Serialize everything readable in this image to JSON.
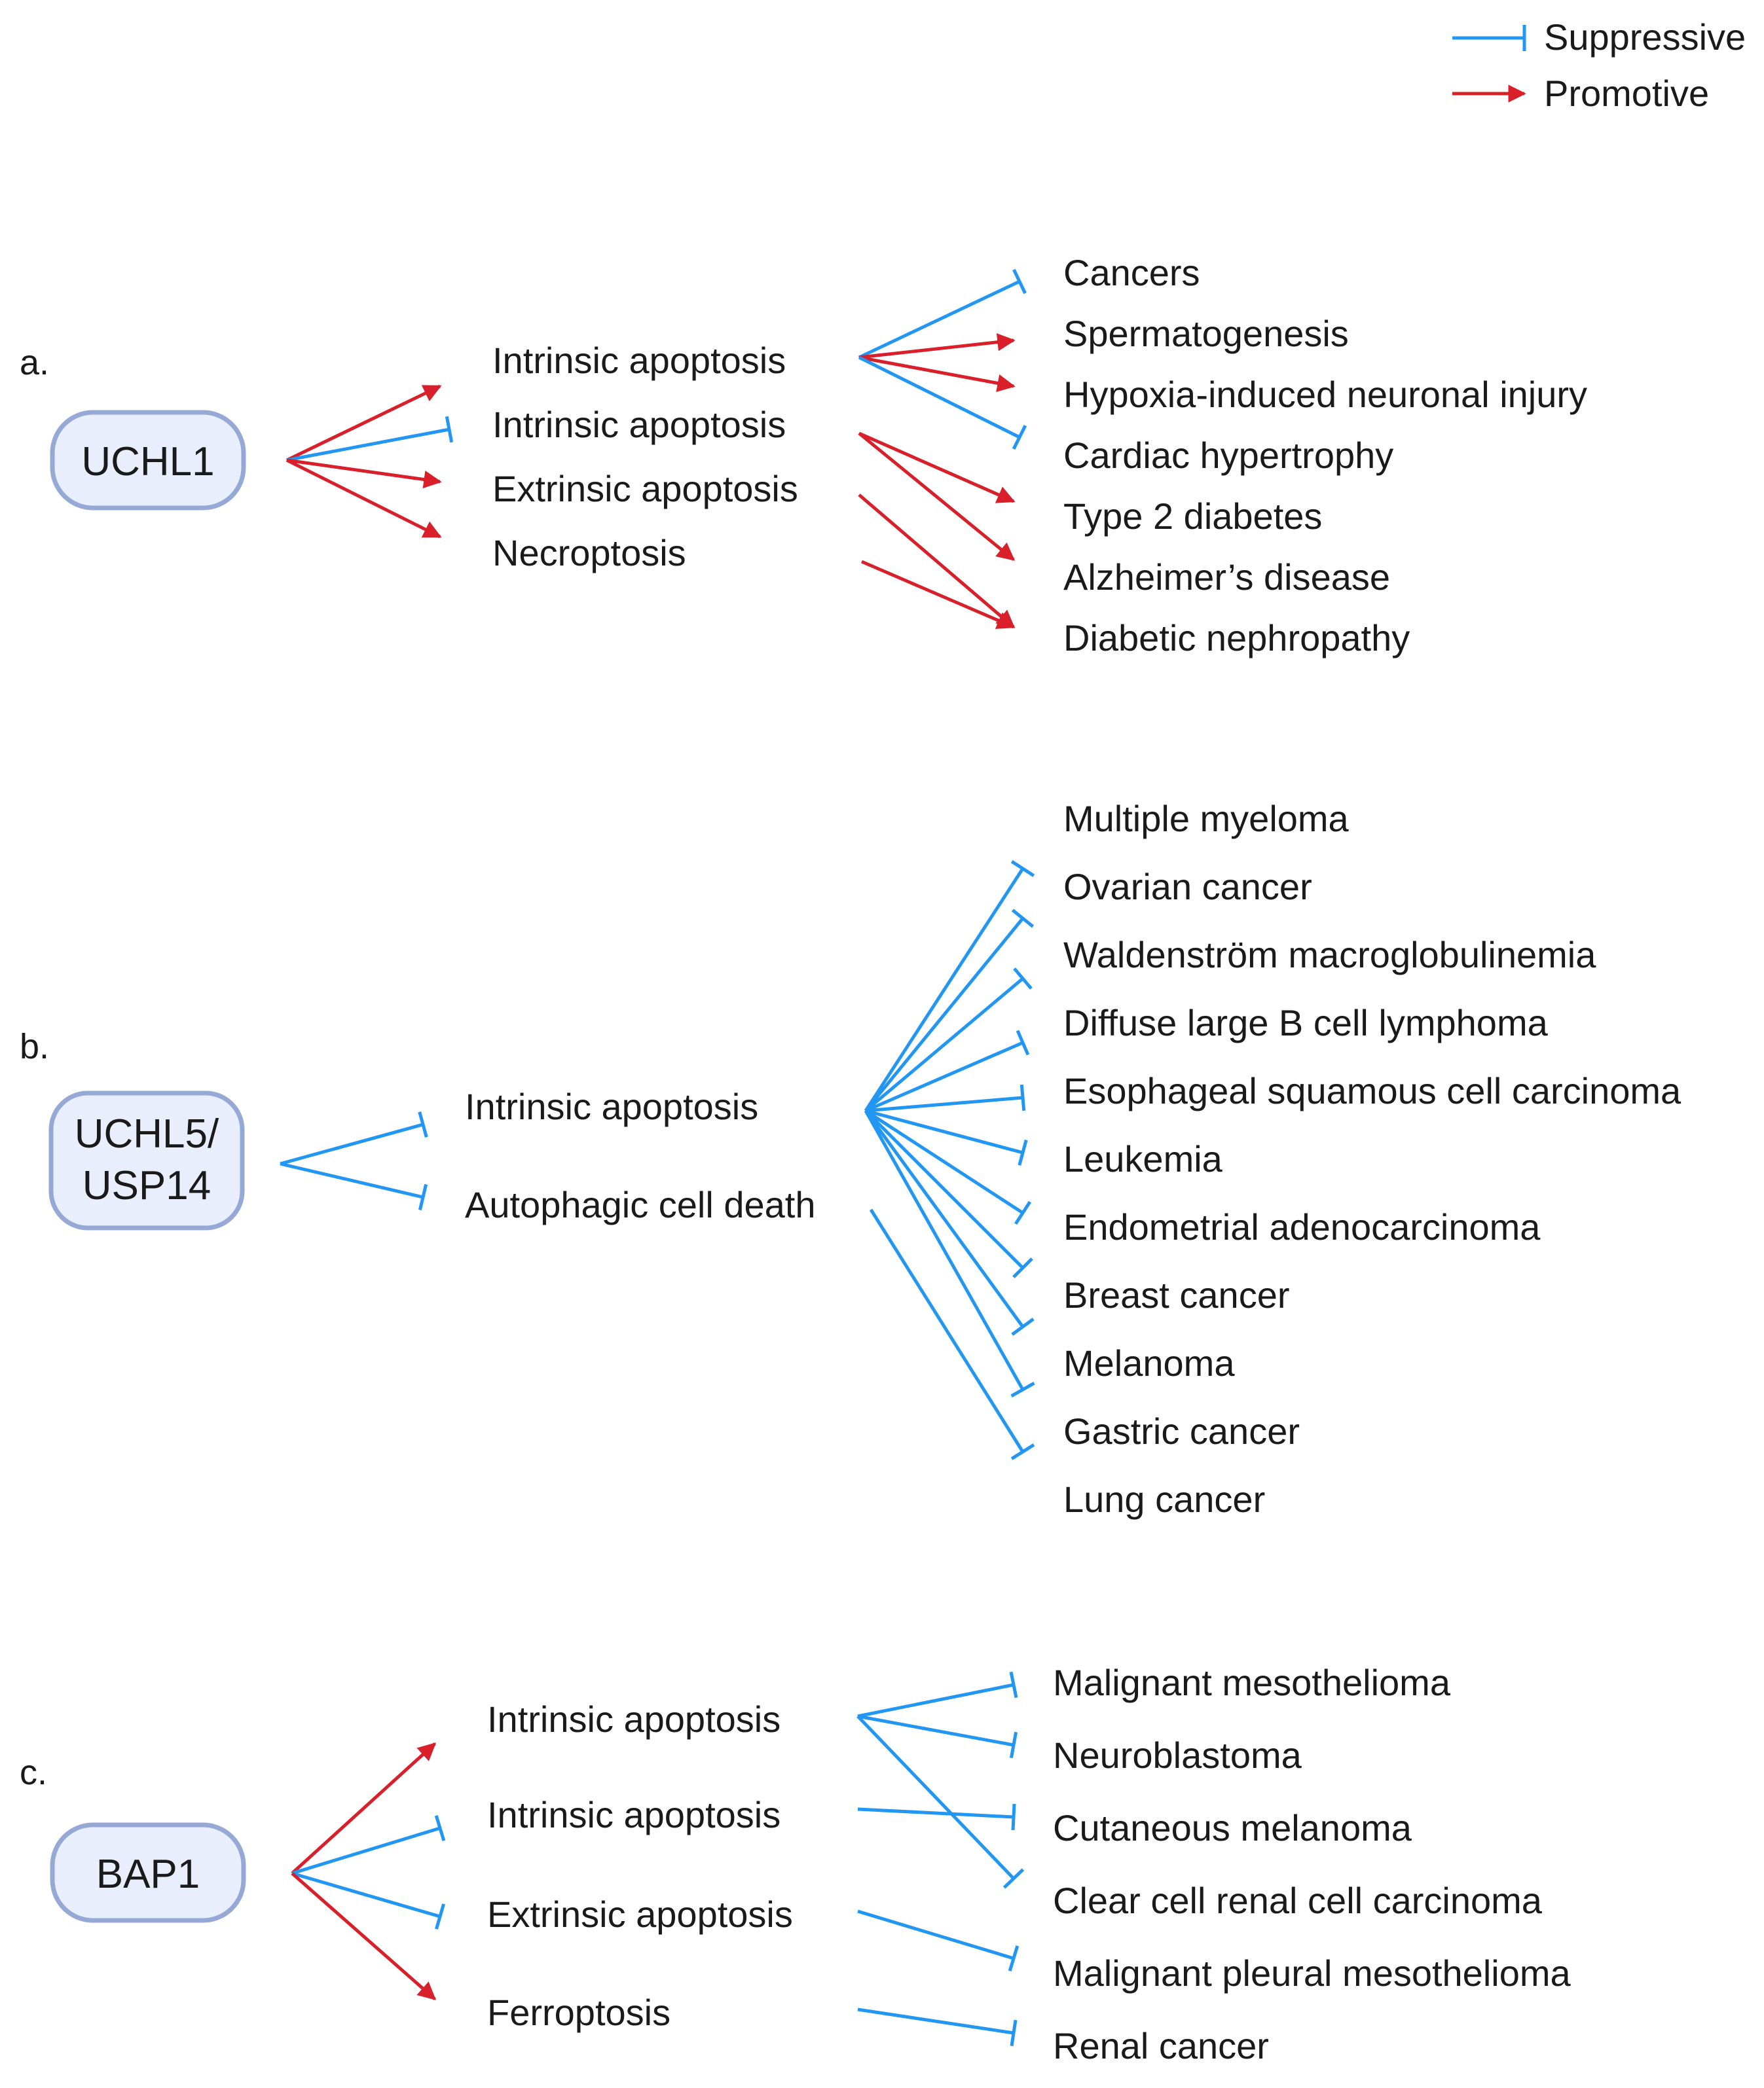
{
  "legend": {
    "suppressive_label": "Suppressive",
    "promotive_label": "Promotive"
  },
  "colors": {
    "suppressive": "#2196f3",
    "promotive": "#d9202a",
    "node_fill": "#e8eefb",
    "node_border": "#95a8d6"
  },
  "panel_a": {
    "letter": "a.",
    "node": "UCHL1",
    "mechanisms": [
      "Intrinsic apoptosis",
      "Intrinsic apoptosis",
      "Extrinsic apoptosis",
      "Necroptosis"
    ],
    "mechanism_effects": [
      "promotive",
      "suppressive",
      "promotive",
      "promotive"
    ],
    "outcomes": [
      "Cancers",
      "Spermatogenesis",
      "Hypoxia-induced neuronal injury",
      "Cardiac hypertrophy",
      "Type 2 diabetes",
      "Alzheimer’s disease",
      "Diabetic nephropathy"
    ]
  },
  "panel_b": {
    "letter": "b.",
    "node_line1": "UCHL5/",
    "node_line2": "USP14",
    "mechanisms": [
      "Intrinsic apoptosis",
      "Autophagic cell death"
    ],
    "mechanism_effects": [
      "suppressive",
      "suppressive"
    ],
    "outcomes": [
      "Multiple myeloma",
      "Ovarian cancer",
      "Waldenström macroglobulinemia",
      "Diffuse large B cell lymphoma",
      "Esophageal squamous cell carcinoma",
      "Leukemia",
      "Endometrial adenocarcinoma",
      "Breast cancer",
      "Melanoma",
      "Gastric cancer",
      "Lung cancer"
    ]
  },
  "panel_c": {
    "letter": "c.",
    "node": "BAP1",
    "mechanisms": [
      "Intrinsic apoptosis",
      "Intrinsic apoptosis",
      "Extrinsic apoptosis",
      "Ferroptosis"
    ],
    "mechanism_effects": [
      "promotive",
      "suppressive",
      "suppressive",
      "promotive"
    ],
    "outcomes": [
      "Malignant mesothelioma",
      "Neuroblastoma",
      "Cutaneous melanoma",
      "Clear cell renal cell carcinoma",
      "Malignant pleural mesothelioma",
      "Renal cancer"
    ]
  }
}
